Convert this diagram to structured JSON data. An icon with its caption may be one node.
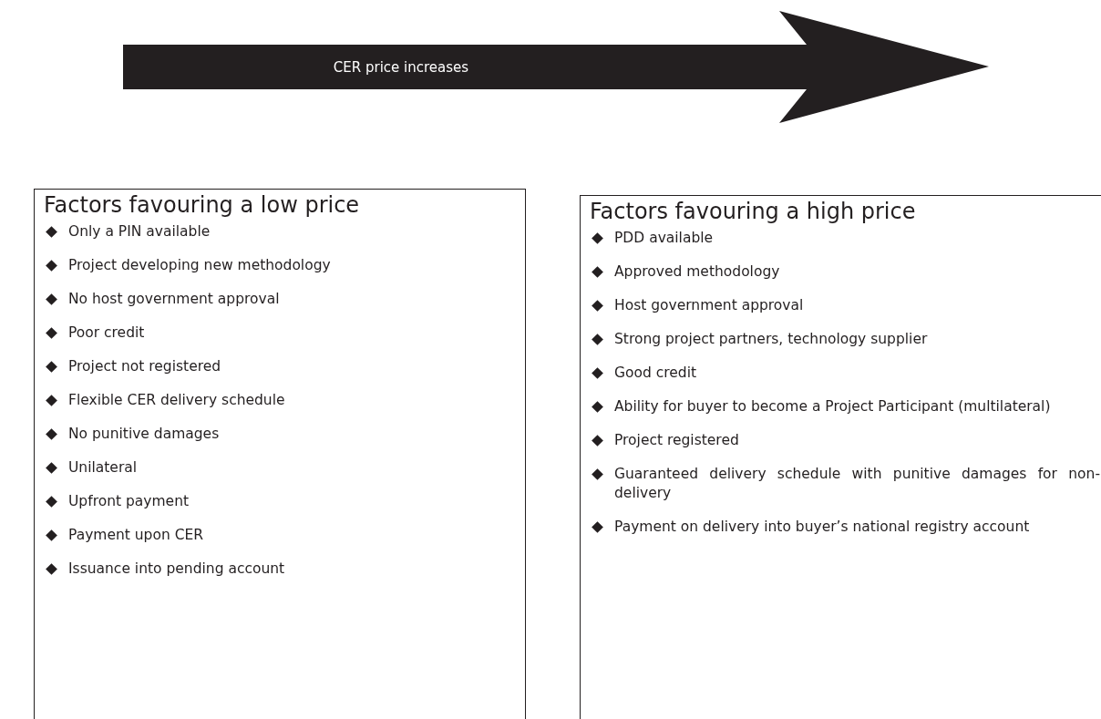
{
  "diagram": {
    "nodes": [
      {
        "text": [
          "CER price increases"
        ]
      },
      {
        "text": [
          "Factors favouring a low price",
          "Only a PIN available",
          "Project developing new methodology",
          "No host government approval",
          "Poor credit",
          "Project not registered",
          "Flexible CER delivery schedule",
          "No punitive damages",
          "Unilateral",
          "Upfront payment",
          "Payment upon CER",
          "Issuance into pending account"
        ]
      },
      {
        "text": [
          "Factors favouring a high price",
          "PDD available",
          "Approved methodology",
          "Host government approval",
          "Strong project partners, technology supplier",
          "Good credit",
          "Ability for buyer to become a Project Participant (multilateral)",
          "Project registered",
          "Guaranteed delivery schedule with punitive damages for non-delivery",
          "Payment on delivery into buyer’s national registry account"
        ]
      }
    ]
  }
}
